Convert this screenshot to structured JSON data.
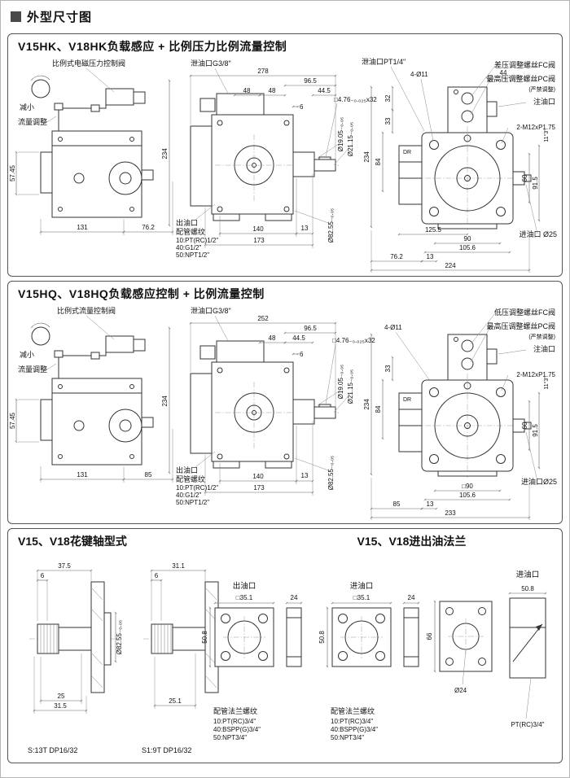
{
  "page": {
    "title": "外型尺寸图"
  },
  "panel1": {
    "title": "V15HK、V18HK负载感应 + 比例压力比例流量控制",
    "left": {
      "decrease": "减小",
      "valve_label": "比例式电磁压力控制阀",
      "flow_label": "流量调整",
      "dim_h_small": "57.45",
      "dim_height": "234",
      "dim_w1": "131",
      "dim_w2": "76.2"
    },
    "mid": {
      "leak_port": "泄油口G3/8\"",
      "dim_total": "278",
      "dim_965": "96.5",
      "dim_48a": "48",
      "dim_48b": "48",
      "dim_445": "44.5",
      "dim_6": "6",
      "key_spec": "□4.76₋₀.₀₂₅x32",
      "dia_1905": "Ø19.05₋₀.₀₅",
      "dia_2115": "Ø21.15₋₀.₀₅",
      "dia_8255": "Ø82.55₋₀.₀₅",
      "dim_140": "140",
      "dim_13": "13",
      "dim_173": "173",
      "outlet_title": "出油口",
      "outlet_sub": "配管螺纹",
      "outlet_opt1": "10:PT(RC)1/2\"",
      "outlet_opt2": "40:G1/2\"",
      "outlet_opt3": "50:NPT1/2\""
    },
    "right": {
      "leak_port": "泄油口PT1/4\"",
      "bolt_holes": "4-Ø11",
      "dim_44": "44",
      "fc_label": "差压调整螺丝FC阀",
      "pc_label": "最高压调整螺丝PC阀",
      "pc_note": "(严禁调整)",
      "fill_port": "注油口",
      "stud_spec": "2-M12xP1.75",
      "drain": "DR",
      "dim_32": "32",
      "dim_33": "33",
      "dim_84": "84",
      "dim_height": "234",
      "dim_1255": "125.5",
      "dim_90": "90",
      "dim_1056": "105.6",
      "dim_762": "76.2",
      "dim_13": "13",
      "dim_total": "224",
      "dim_60": "60",
      "dim_915": "91.5",
      "dim_angle": "11°3'",
      "inlet_port": "进油口 Ø25"
    }
  },
  "panel2": {
    "title": "V15HQ、V18HQ负载感应控制 + 比例流量控制",
    "left": {
      "decrease": "减小",
      "valve_label": "比例式流量控制阀",
      "flow_label": "流量调整",
      "dim_h_small": "57.45",
      "dim_height": "234",
      "dim_w1": "131",
      "dim_w2": "85"
    },
    "mid": {
      "leak_port": "泄油口G3/8\"",
      "dim_total": "252",
      "dim_965": "96.5",
      "dim_48": "48",
      "dim_445": "44.5",
      "dim_6": "6",
      "key_spec": "□4.76₋₀.₀₂₅x32",
      "bolt_holes": "4-Ø11",
      "dia_1905": "Ø19.05₋₀.₀₅",
      "dia_2115": "Ø21.15₋₀.₀₅",
      "dia_8255": "Ø82.55₋₀.₀₅",
      "dim_140": "140",
      "dim_13": "13",
      "dim_173": "173",
      "outlet_title": "出油口",
      "outlet_sub": "配管螺纹",
      "outlet_opt1": "10:PT(RC)1/2\"",
      "outlet_opt2": "40:G1/2\"",
      "outlet_opt3": "50:NPT1/2\""
    },
    "right": {
      "fc_label": "低压调整螺丝FC阀",
      "pc_label": "最高压调整螺丝PC阀",
      "pc_note": "(严禁调整)",
      "fill_port": "注油口",
      "stud_spec": "2-M12xP1.75",
      "drain": "DR",
      "dim_33": "33",
      "dim_84": "84",
      "dim_height": "234",
      "dim_90": "□90",
      "dim_1056": "105.6",
      "dim_85": "85",
      "dim_13": "13",
      "dim_total": "233",
      "dim_60": "60",
      "dim_915": "91.5",
      "dim_angle": "11°3'",
      "inlet_port": "进油口Ø25"
    }
  },
  "panel3": {
    "left_title": "V15、V18花键轴型式",
    "right_title": "V15、V18进出油法兰",
    "shaft1": {
      "dim_top": "37.5",
      "dim_6": "6",
      "dia": "Ø82.55₋₀.₀₅",
      "dim_b1": "25",
      "dim_b2": "31.5",
      "caption": "S:13T DP16/32"
    },
    "shaft2": {
      "dim_top": "31.1",
      "dim_6": "6",
      "dia": "Ø82.55₋₀.₀₅",
      "dim_b1": "25.1",
      "caption": "S1:9T DP16/32"
    },
    "outlet_flange": {
      "header": "出油口",
      "dim_sq": "□35.1",
      "dim_24": "24",
      "dim_508": "50.8",
      "thread_title": "配管法兰螺纹",
      "opt1": "10:PT(RC)3/4\"",
      "opt2": "40:BSPP(G)3/4\"",
      "opt3": "50:NPT3/4\""
    },
    "inlet_flange": {
      "header": "进油口",
      "dim_sq": "□35.1",
      "dim_24": "24",
      "dim_508": "50.8",
      "thread_title": "配管法兰螺纹",
      "opt1": "10:PT(RC)3/4\"",
      "opt2": "40:BSPP(G)3/4\"",
      "opt3": "50:NPT3/4\""
    },
    "inlet_flange2": {
      "dim_66": "66",
      "dia_24": "Ø24"
    },
    "inlet_port_view": {
      "header": "进油口",
      "dim_508": "50.8",
      "port": "PT(RC)3/4\""
    }
  }
}
